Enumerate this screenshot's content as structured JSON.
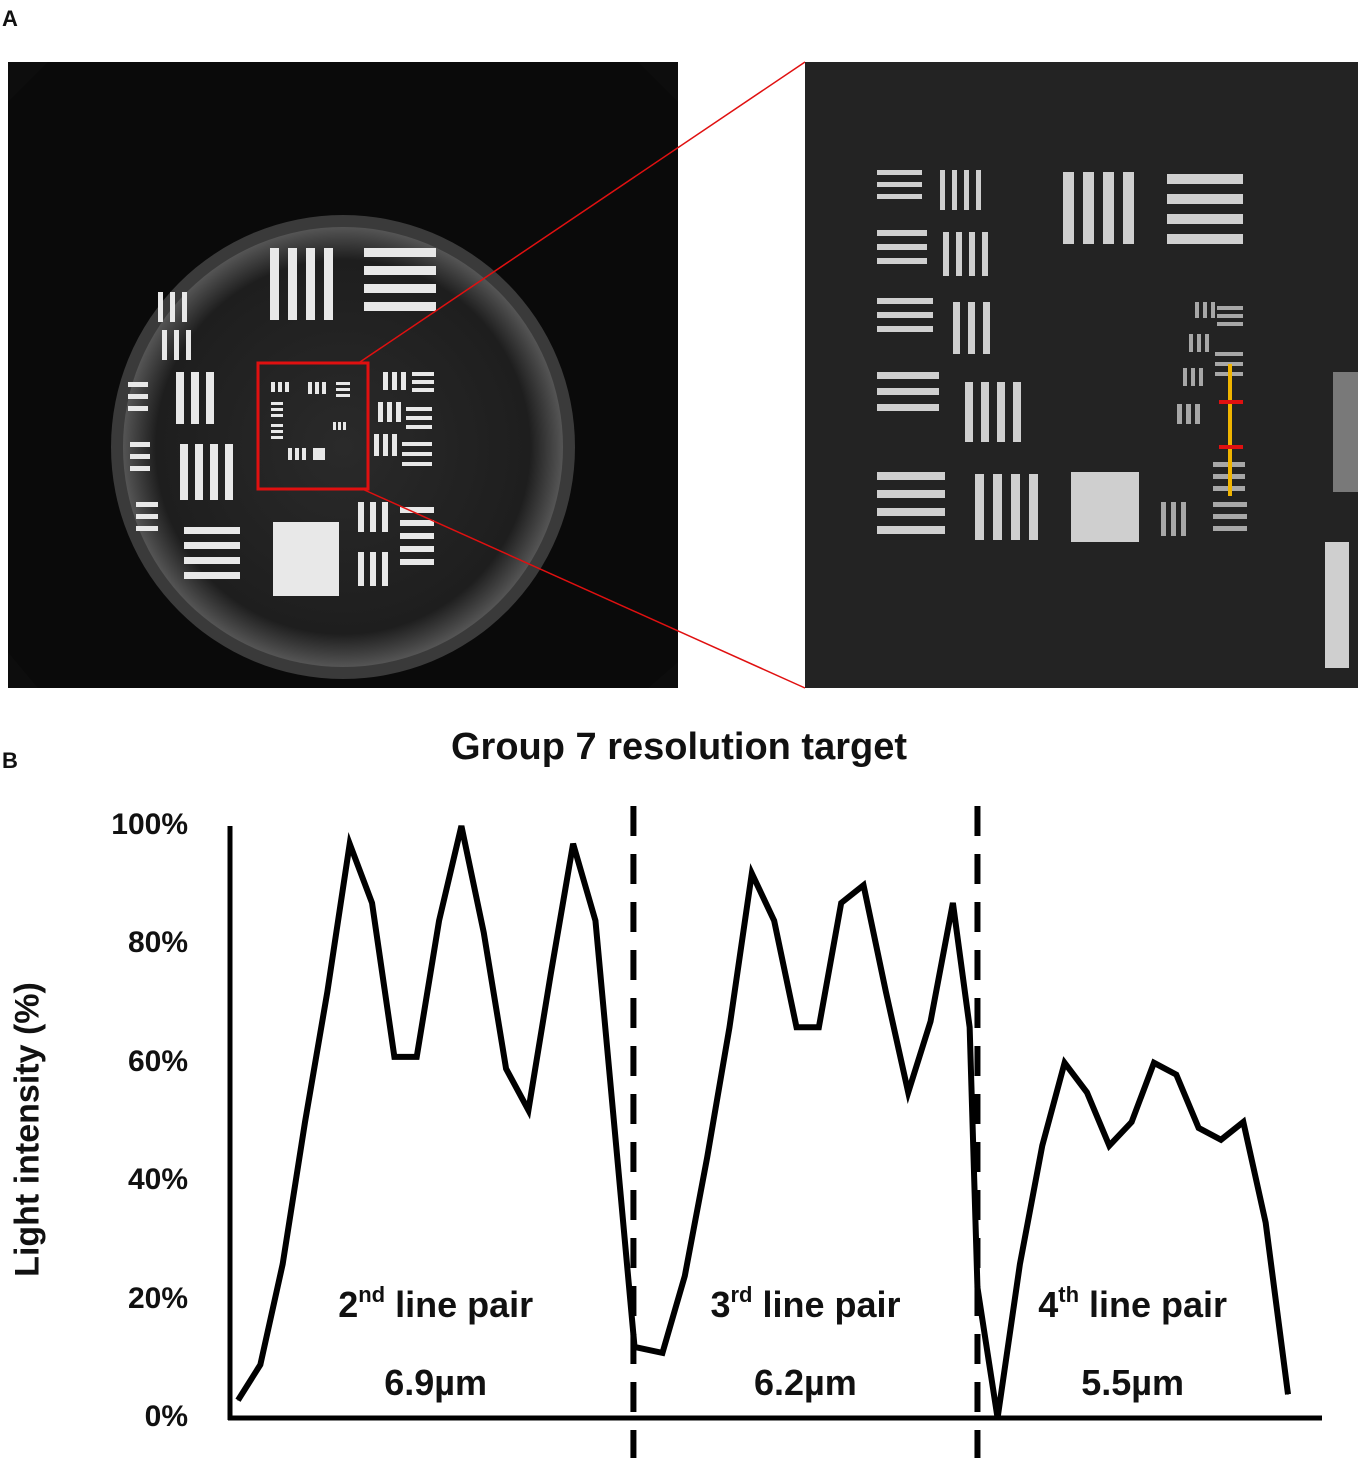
{
  "panels": {
    "a": "A",
    "b": "B"
  },
  "chart_data": {
    "type": "line",
    "title": "Group 7 resolution target",
    "ylabel": "Light intensity (%)",
    "xlabel": "",
    "ylim": [
      0,
      100
    ],
    "yticks": [
      "0%",
      "20%",
      "40%",
      "60%",
      "80%",
      "100%"
    ],
    "grid": false,
    "segments": [
      {
        "label_main": "2",
        "label_sup": "nd",
        "label_rest": " line pair",
        "size": "6.9µm"
      },
      {
        "label_main": "3",
        "label_sup": "rd",
        "label_rest": " line pair",
        "size": "6.2µm"
      },
      {
        "label_main": "4",
        "label_sup": "th",
        "label_rest": " line pair",
        "size": "5.5µm"
      }
    ],
    "dividers": [
      35.4,
      66.2
    ],
    "series": [
      {
        "x": [
          0,
          2,
          4,
          6,
          8,
          10,
          12,
          14,
          16,
          18,
          20,
          22,
          24,
          26,
          28,
          30,
          32,
          34,
          35.5,
          38,
          40,
          42,
          44,
          46,
          48,
          50,
          52,
          54,
          56,
          58,
          60,
          62,
          64,
          65.5,
          66.2,
          68,
          70,
          72,
          74,
          76,
          78,
          80,
          82,
          84,
          86,
          88,
          90,
          92,
          94
        ],
        "y": [
          3,
          9,
          26,
          50,
          72,
          97,
          87,
          61,
          61,
          84,
          100,
          82,
          59,
          52,
          75,
          97,
          84,
          43,
          12,
          11,
          24,
          44,
          66,
          92,
          84,
          66,
          66,
          87,
          90,
          72,
          55,
          67,
          87,
          66,
          22,
          0,
          26,
          46,
          60,
          55,
          46,
          50,
          60,
          58,
          49,
          47,
          50,
          33,
          4
        ]
      }
    ]
  }
}
